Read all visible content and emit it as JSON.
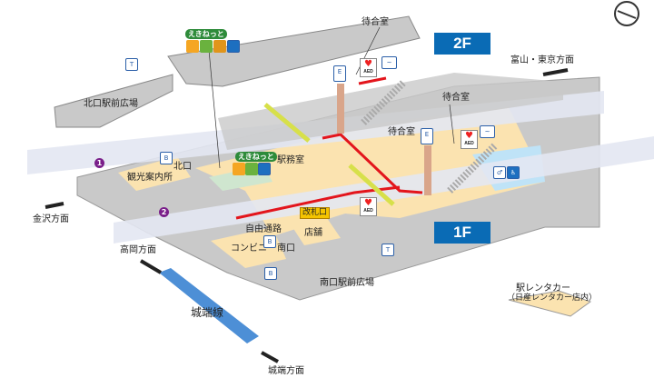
{
  "floors": {
    "upper": "2F",
    "lower": "1F"
  },
  "labels": {
    "waiting_room_2f": "待合室",
    "waiting_room_right": "待合室",
    "waiting_room_center": "待合室",
    "north_plaza": "北口駅前広場",
    "toyama_tokyo": "富山・東京方面",
    "kanazawa": "金沢方面",
    "takaoka": "高岡方面",
    "johana_dir": "城端方面",
    "johana_line": "城端線",
    "north_exit": "北口",
    "tourist_info": "観光案内所",
    "station_office": "駅務室",
    "ticket_gate": "改札口",
    "free_passage": "自由通路",
    "shop": "店舗",
    "convenience": "コンビニ",
    "south_exit": "南口",
    "south_plaza": "南口駅前広場",
    "rental_car": "駅レンタカー",
    "rental_car_note": "（日産レンタカー店内）",
    "ekinet_1": "えきねっと",
    "ekinet_2": "えきねっと",
    "num1": "1",
    "num2": "2",
    "aed": "AED"
  },
  "icons": [
    "taxi-icon",
    "bus-icon",
    "elevator-icon",
    "aed-icon",
    "smoking-icon",
    "toilet-icon",
    "wheelchair-icon",
    "escalator-icon",
    "ticket-machine-icon",
    "compass-icon"
  ],
  "colors": {
    "floor_badge": "#0a6bb5",
    "concourse": "#fbe3b0",
    "slab": "#c8c8c8",
    "route": "#e3151c",
    "rail": "#4d8fd6"
  }
}
